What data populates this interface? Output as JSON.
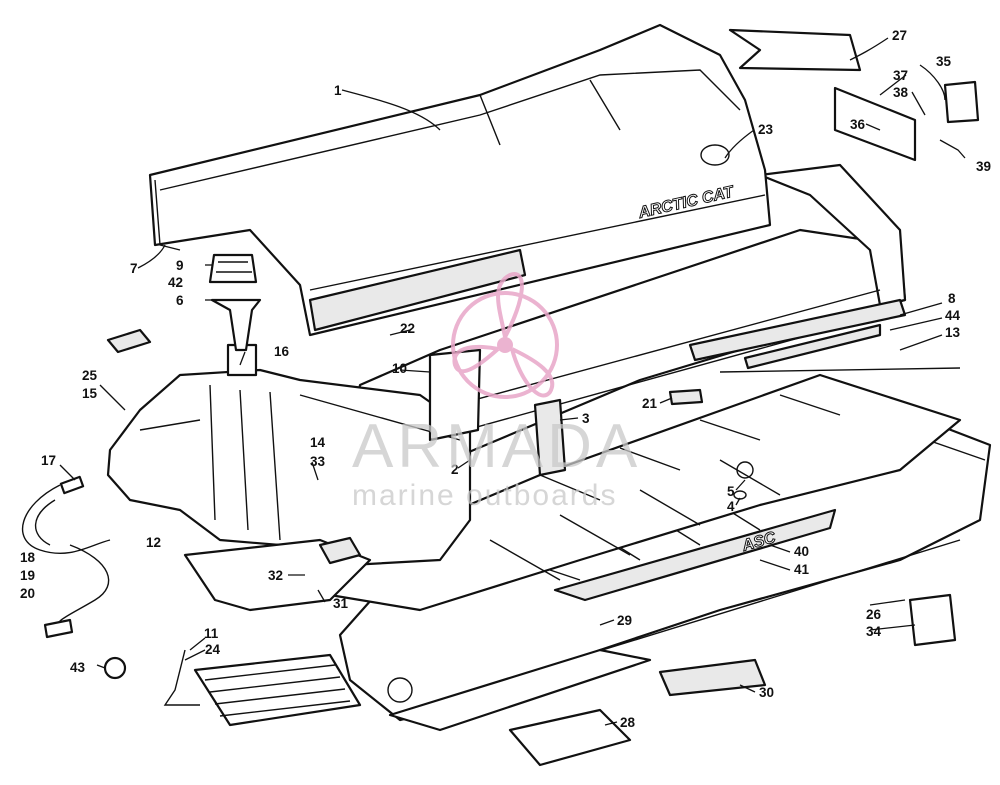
{
  "diagram": {
    "part_numbers": [
      "1",
      "2",
      "3",
      "4",
      "5",
      "6",
      "7",
      "8",
      "9",
      "10",
      "11",
      "12",
      "13",
      "14",
      "15",
      "16",
      "17",
      "18",
      "19",
      "20",
      "21",
      "22",
      "23",
      "24",
      "25",
      "26",
      "27",
      "28",
      "29",
      "30",
      "31",
      "32",
      "33",
      "34",
      "35",
      "36",
      "37",
      "38",
      "39",
      "40",
      "41",
      "42",
      "43",
      "44"
    ],
    "seat_brand": "ARCTIC CAT",
    "tray_brand": "ASC",
    "watermark": {
      "title": "ARMADA",
      "subtitle": "marine outboards",
      "logo_color": "#e8a6c8"
    }
  }
}
